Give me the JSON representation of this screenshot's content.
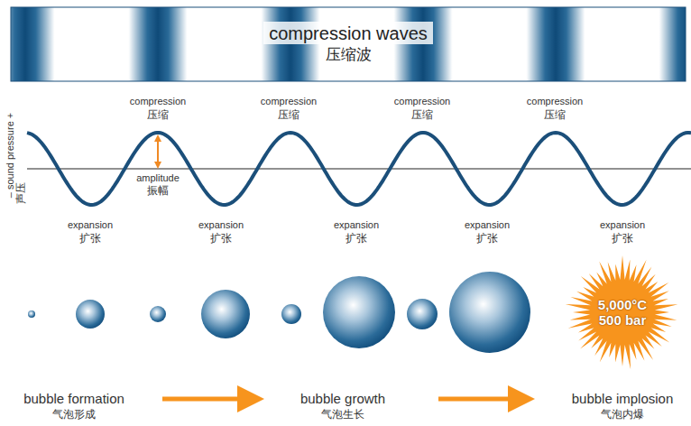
{
  "diagram": {
    "nodes": [
      {
        "text": [
          "compression waves",
          "压缩波"
        ]
      },
      {
        "text": [
          "5,000°C",
          "500 bar"
        ]
      }
    ],
    "labels": [
      "compression",
      "压缩",
      "compression",
      "压缩",
      "compression",
      "压缩",
      "compression",
      "压缩",
      "expansion",
      "扩张",
      "expansion",
      "扩张",
      "expansion",
      "扩张",
      "expansion",
      "扩张",
      "expansion",
      "扩张",
      "amplitude",
      "振幅",
      "– sound pressure +",
      "声压",
      "bubble formation",
      "气泡形成",
      "bubble growth",
      "气泡生长",
      "bubble implosion",
      "气泡内爆"
    ]
  }
}
